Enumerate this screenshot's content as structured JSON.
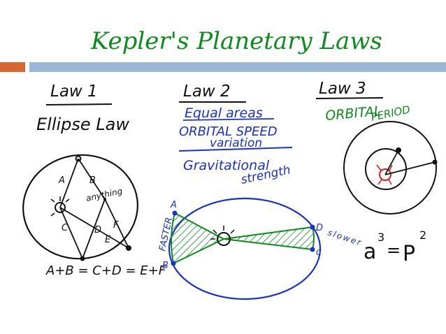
{
  "slide": {
    "title": "Kepler's Planetary Laws",
    "colors": {
      "title": "#0f8a1f",
      "bar_accent": "#d5672f",
      "bar_main": "#9bb7d6",
      "ink_black": "#111111",
      "ink_blue": "#1a2fd0",
      "ink_green": "#0f8a1f",
      "ink_red": "#d42020"
    }
  },
  "law1": {
    "heading": "Law 1",
    "name": "Ellipse Law",
    "labels": {
      "a": "A",
      "b": "B",
      "c": "C",
      "d": "D",
      "e": "E",
      "f": "F",
      "anything": "anything"
    },
    "equation": "A+B = C+D = E+F"
  },
  "law2": {
    "heading": "Law 2",
    "line1": "Equal areas",
    "line2": "ORBITAL SPEED",
    "line3": "variation",
    "line4": "Gravitational",
    "line5": "strength",
    "label_faster": "FASTER",
    "label_slower": "slower",
    "point_a": "A",
    "point_b": "B",
    "point_c": "C",
    "point_d": "D"
  },
  "law3": {
    "heading": "Law 3",
    "line1": "ORBITAL",
    "line2": "PERIOD",
    "equation_base_a": "a",
    "equation_exp_a": "3",
    "equation_eq": "=",
    "equation_base_p": "P",
    "equation_exp_p": "2"
  }
}
